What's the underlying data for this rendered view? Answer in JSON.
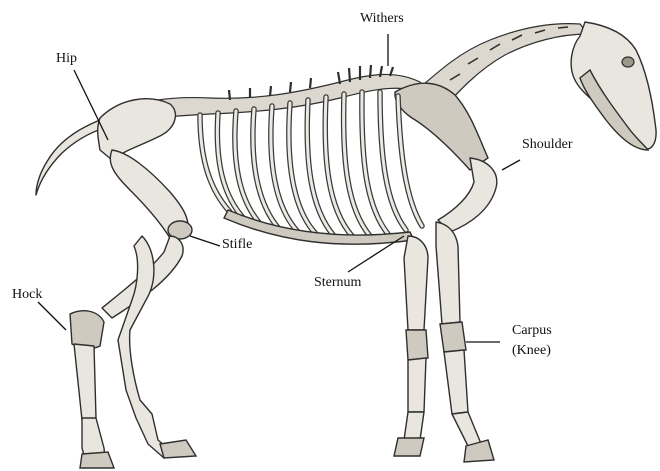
{
  "diagram": {
    "labels": {
      "withers": "Withers",
      "hip": "Hip",
      "shoulder": "Shoulder",
      "stifle": "Stifle",
      "sternum": "Sternum",
      "hock": "Hock",
      "carpus_line1": "Carpus",
      "carpus_line2": "(Knee)"
    }
  }
}
